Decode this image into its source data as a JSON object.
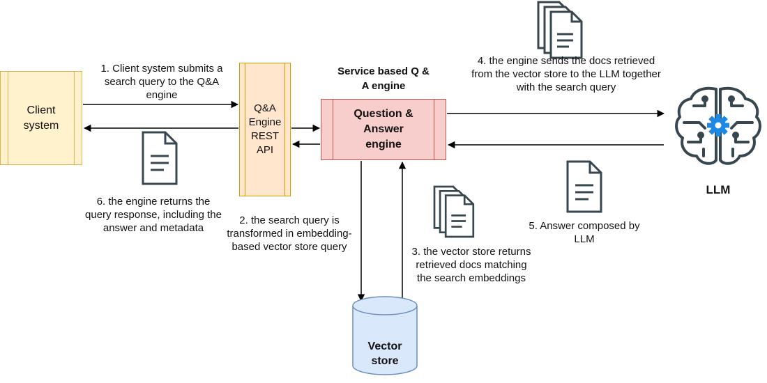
{
  "nodes": {
    "client": {
      "label": "Client system"
    },
    "api": {
      "label": "Q&A Engine REST API"
    },
    "qa_engine": {
      "label": "Question & Answer engine",
      "title": "Service based Q & A engine"
    },
    "vector_store": {
      "label": "Vector store"
    },
    "llm": {
      "label": "LLM"
    }
  },
  "steps": {
    "s1": "1. Client system submits a search query to the Q&A engine",
    "s2": "2. the search query is transformed in embedding-based vector store query",
    "s3": "3. the vector store returns retrieved docs matching the search embeddings",
    "s4": "4. the engine sends the docs retrieved from the vector store to the LLM together with the search query",
    "s5": "5. Answer composed by LLM",
    "s6": "6. the engine returns the query response, including the answer and metadata"
  },
  "icons": {
    "doc_stack_top": "document-stack-icon",
    "doc_stack_mid": "document-stack-icon",
    "doc_single_left": "document-icon",
    "doc_single_right": "document-icon",
    "llm": "brain-gear-icon"
  },
  "colors": {
    "client_fill": "#fff2cc",
    "client_stroke": "#d6b656",
    "api_fill": "#ffe6cc",
    "api_stroke": "#d79b00",
    "qa_fill": "#f8cecc",
    "qa_stroke": "#b85450",
    "store_fill": "#dae8fc",
    "store_stroke": "#6c8ebf",
    "llm_gear": "#1e88e5"
  }
}
